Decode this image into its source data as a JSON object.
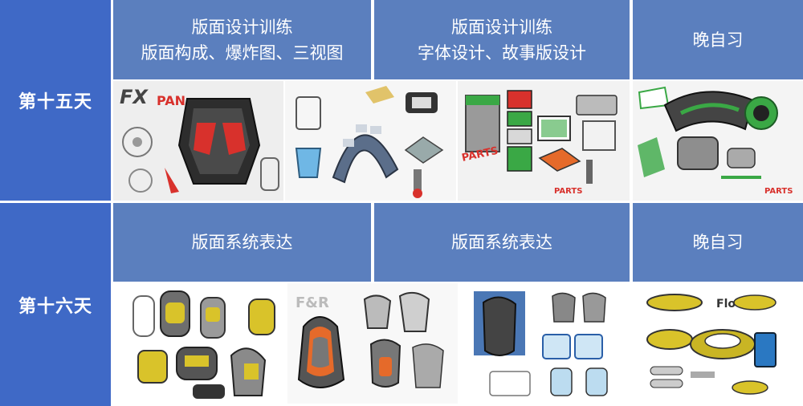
{
  "days": [
    {
      "label": "第十五天",
      "sessions": [
        {
          "line1": "版面设计训练",
          "line2": "版面构成、爆炸图、三视图"
        },
        {
          "line1": "版面设计训练",
          "line2": "字体设计、故事版设计"
        },
        {
          "line1": "晚自习",
          "line2": ""
        }
      ],
      "sketch_labels": [
        "FX",
        "PAN",
        "PARTS",
        "PARTS"
      ]
    },
    {
      "label": "第十六天",
      "sessions": [
        {
          "line1": "版面系统表达",
          "line2": ""
        },
        {
          "line1": "版面系统表达",
          "line2": ""
        },
        {
          "line1": "晚自习",
          "line2": ""
        }
      ],
      "sketch_labels": []
    }
  ],
  "colors": {
    "day_label_bg": "#3f69c6",
    "header_bg": "#5b7fbe",
    "accent_red": "#d8312c",
    "accent_green": "#3aa845",
    "accent_yellow": "#d9c32a",
    "accent_orange": "#e56a2a"
  }
}
